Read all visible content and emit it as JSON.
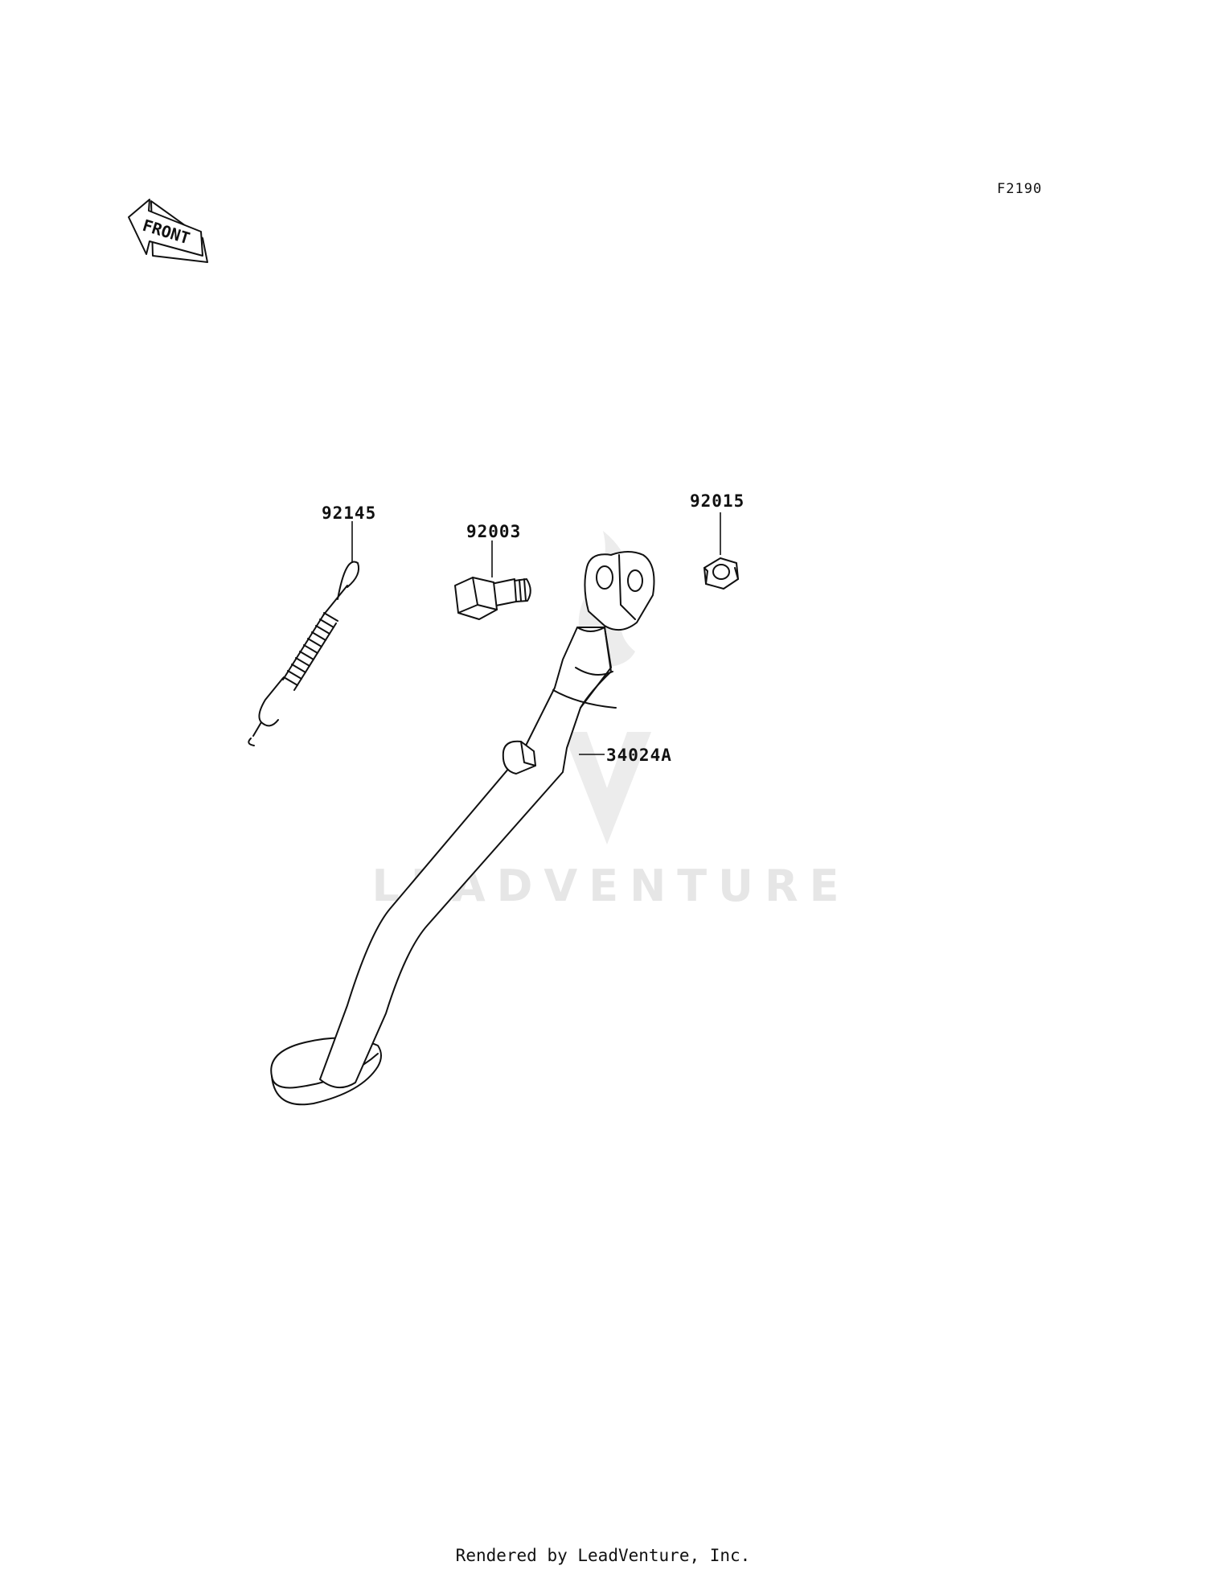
{
  "figure_code": "F2190",
  "front_arrow_label": "FRONT",
  "watermark_text": "LEADVENTURE",
  "callouts": {
    "spring": "92145",
    "bolt": "92003",
    "nut": "92015",
    "stand": "34024A"
  },
  "footer": "Rendered by LeadVenture, Inc.",
  "colors": {
    "ink": "#111111",
    "watermark": "#e6e6e6",
    "background": "#ffffff"
  }
}
